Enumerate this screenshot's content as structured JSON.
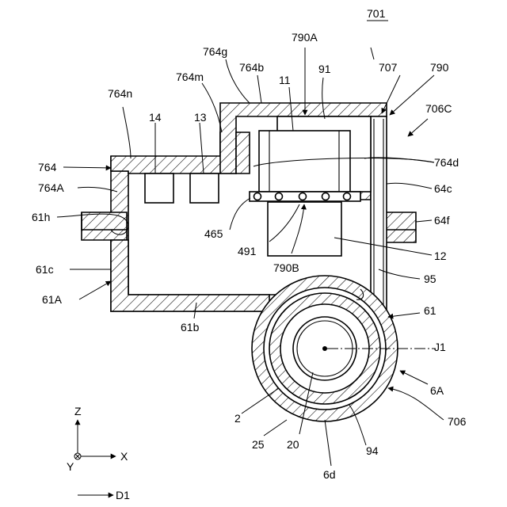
{
  "figure_number": "701",
  "labels": {
    "l764g": "764g",
    "l790A": "790A",
    "l764b": "764b",
    "l91": "91",
    "l707": "707",
    "l790": "790",
    "l764m": "764m",
    "l11": "11",
    "l764n": "764n",
    "l706C": "706C",
    "l14": "14",
    "l13": "13",
    "l764": "764",
    "l764d": "764d",
    "l764A": "764A",
    "l64c": "64c",
    "l61h": "61h",
    "l64f": "64f",
    "l465": "465",
    "l491": "491",
    "l12": "12",
    "l790B": "790B",
    "l61c": "61c",
    "l95": "95",
    "l61A": "61A",
    "l61": "61",
    "l61b": "61b",
    "lJ1": "J1",
    "l6A": "6A",
    "l2": "2",
    "l706": "706",
    "l25": "25",
    "l20": "20",
    "l94": "94",
    "l6d": "6d"
  },
  "axes": {
    "z": "Z",
    "x": "X",
    "y": "Y",
    "d1": "D1"
  }
}
